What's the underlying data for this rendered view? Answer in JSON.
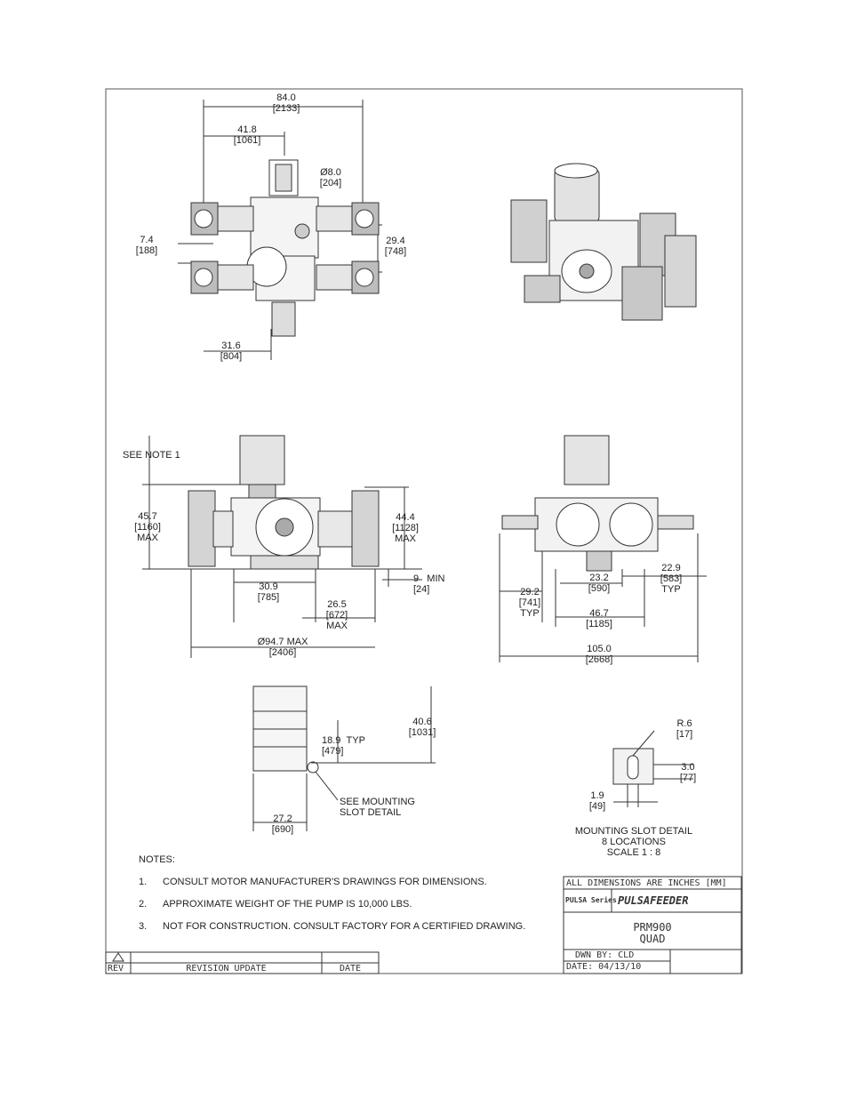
{
  "dimensions": {
    "top_overall": [
      "84.0",
      "[2133]"
    ],
    "top_half": [
      "41.8",
      "[1061]"
    ],
    "top_dia": [
      "Ø8.0",
      "[204]"
    ],
    "top_left": [
      "7.4",
      "[188]"
    ],
    "top_right": [
      "29.4",
      "[748]"
    ],
    "top_bottom": [
      "31.6",
      "[804]"
    ],
    "front_height": [
      "45.7",
      "[1160]",
      "MAX"
    ],
    "front_height2": [
      "44.4",
      "[1128]",
      "MAX"
    ],
    "front_min": [
      "9",
      "MIN",
      "[24]"
    ],
    "front_a": [
      "30.9",
      "[785]"
    ],
    "front_b": [
      "26.5",
      "[672]",
      "MAX"
    ],
    "front_dia": [
      "Ø94.7 MAX",
      "[2406]"
    ],
    "side_a": [
      "23.2",
      "[590]"
    ],
    "side_b": [
      "22.9",
      "[583]",
      "TYP"
    ],
    "side_c": [
      "29.2",
      "[741]",
      "TYP"
    ],
    "side_d": [
      "46.7",
      "[1185]"
    ],
    "side_overall": [
      "105.0",
      "[2668]"
    ],
    "base_h": [
      "40.6",
      "[1031]"
    ],
    "base_typ": [
      "18.9",
      "TYP",
      "[479]"
    ],
    "base_w": [
      "27.2",
      "[690]"
    ],
    "slot_r": [
      "R.6",
      "[17]"
    ],
    "slot_h": [
      "3.0",
      "[77]"
    ],
    "slot_w": [
      "1.9",
      "[49]"
    ]
  },
  "callouts": {
    "see_note": "SEE NOTE 1",
    "see_mounting": "SEE MOUNTING",
    "slot_detail": "SLOT DETAIL",
    "detail_title": "MOUNTING SLOT DETAIL",
    "detail_loc": "8 LOCATIONS",
    "detail_scale": "SCALE 1 : 8"
  },
  "notes": {
    "heading": "NOTES:",
    "items": [
      {
        "num": "1.",
        "text": "CONSULT MOTOR MANUFACTURER'S DRAWINGS FOR DIMENSIONS."
      },
      {
        "num": "2.",
        "text": "APPROXIMATE WEIGHT OF THE PUMP IS 10,000 LBS."
      },
      {
        "num": "3.",
        "text": "NOT FOR CONSTRUCTION. CONSULT FACTORY FOR A CERTIFIED DRAWING."
      }
    ]
  },
  "title_block": {
    "units": "ALL DIMENSIONS ARE INCHES [MM]",
    "series": "PULSA Series",
    "brand": "PULSAFEEDER",
    "model": "PRM900",
    "config": "QUAD",
    "drawn": "DWN BY: CLD",
    "date": "DATE: 04/13/10"
  },
  "revision": {
    "rev": "REV",
    "update": "REVISION UPDATE",
    "date": "DATE"
  }
}
